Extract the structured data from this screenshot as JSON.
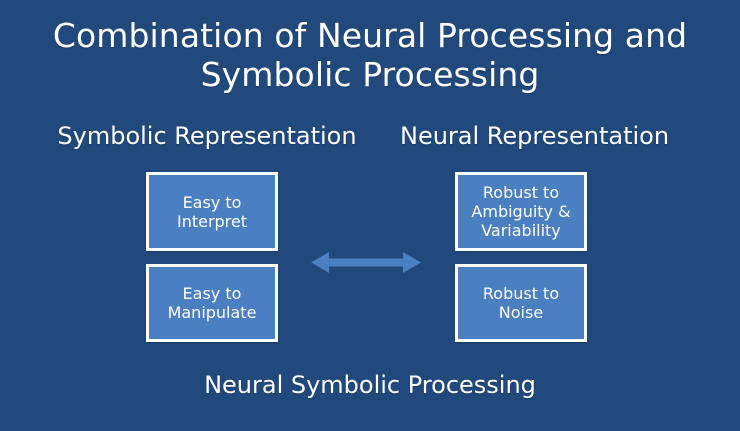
{
  "slide": {
    "title": "Combination of Neural Processing and Symbolic Processing",
    "caption": "Neural Symbolic Processing",
    "background_color": "#21497c",
    "box_fill_color": "#4a7fc1",
    "box_border_color": "#ffffff",
    "text_color": "#ffffff",
    "arrow_color": "#4a7fc1"
  },
  "columns": {
    "left": {
      "heading": "Symbolic Representation",
      "boxes": [
        {
          "label": "Easy to\nInterpret"
        },
        {
          "label": "Easy to\nManipulate"
        }
      ]
    },
    "right": {
      "heading": "Neural Representation",
      "boxes": [
        {
          "label": "Robust to\nAmbiguity &\nVariability"
        },
        {
          "label": "Robust to\nNoise"
        }
      ]
    }
  },
  "connector": {
    "name": "bidirectional-arrow",
    "direction": "both"
  }
}
